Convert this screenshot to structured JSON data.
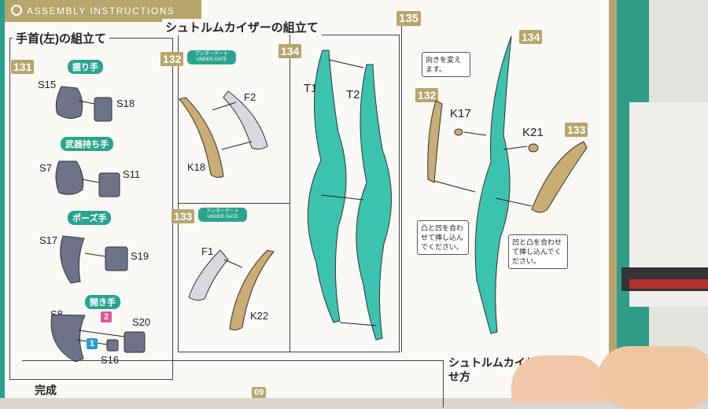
{
  "header": {
    "title": "ASSEMBLY INSTRUCTIONS"
  },
  "left": {
    "title": "手首(左)の組立て",
    "step": "131",
    "groups": [
      {
        "name": "握り手",
        "parts": [
          "S15",
          "S18"
        ]
      },
      {
        "name": "武器持ち手",
        "parts": [
          "S7",
          "S11"
        ]
      },
      {
        "name": "ポーズ手",
        "parts": [
          "S17",
          "S19"
        ]
      },
      {
        "name": "開き手",
        "parts": [
          "S8",
          "S20",
          "S16"
        ]
      }
    ],
    "markers": [
      "2",
      "1"
    ]
  },
  "middle": {
    "title": "シュトルムカイザーの組立て",
    "step132": {
      "num": "132",
      "gate": "アンダーゲート UNDER GATE",
      "parts": [
        "F2",
        "K18"
      ]
    },
    "step133": {
      "num": "133",
      "gate": "アンダーゲート UNDER GATE",
      "parts": [
        "F1",
        "K22"
      ]
    },
    "step134": {
      "num": "134",
      "parts": [
        "T1",
        "T2"
      ]
    }
  },
  "right": {
    "step": "135",
    "ref134": "134",
    "ref132": "132",
    "ref133": "133",
    "parts": [
      "K17",
      "K21"
    ],
    "note1": "向きを変えます。",
    "note2": "凸と凹を合わせて挿し込んでください。",
    "note3": "凹と凸を合わせて挿し込んでください。"
  },
  "bottom": {
    "complete": "完成",
    "hold": "シュトルムカイザーの持たせ方",
    "partial_step": "09"
  },
  "colors": {
    "teal": "#2aa48f",
    "gold": "#b7a56b",
    "part_gray": "#6f7389",
    "blade_teal": "#3cc3b0"
  }
}
